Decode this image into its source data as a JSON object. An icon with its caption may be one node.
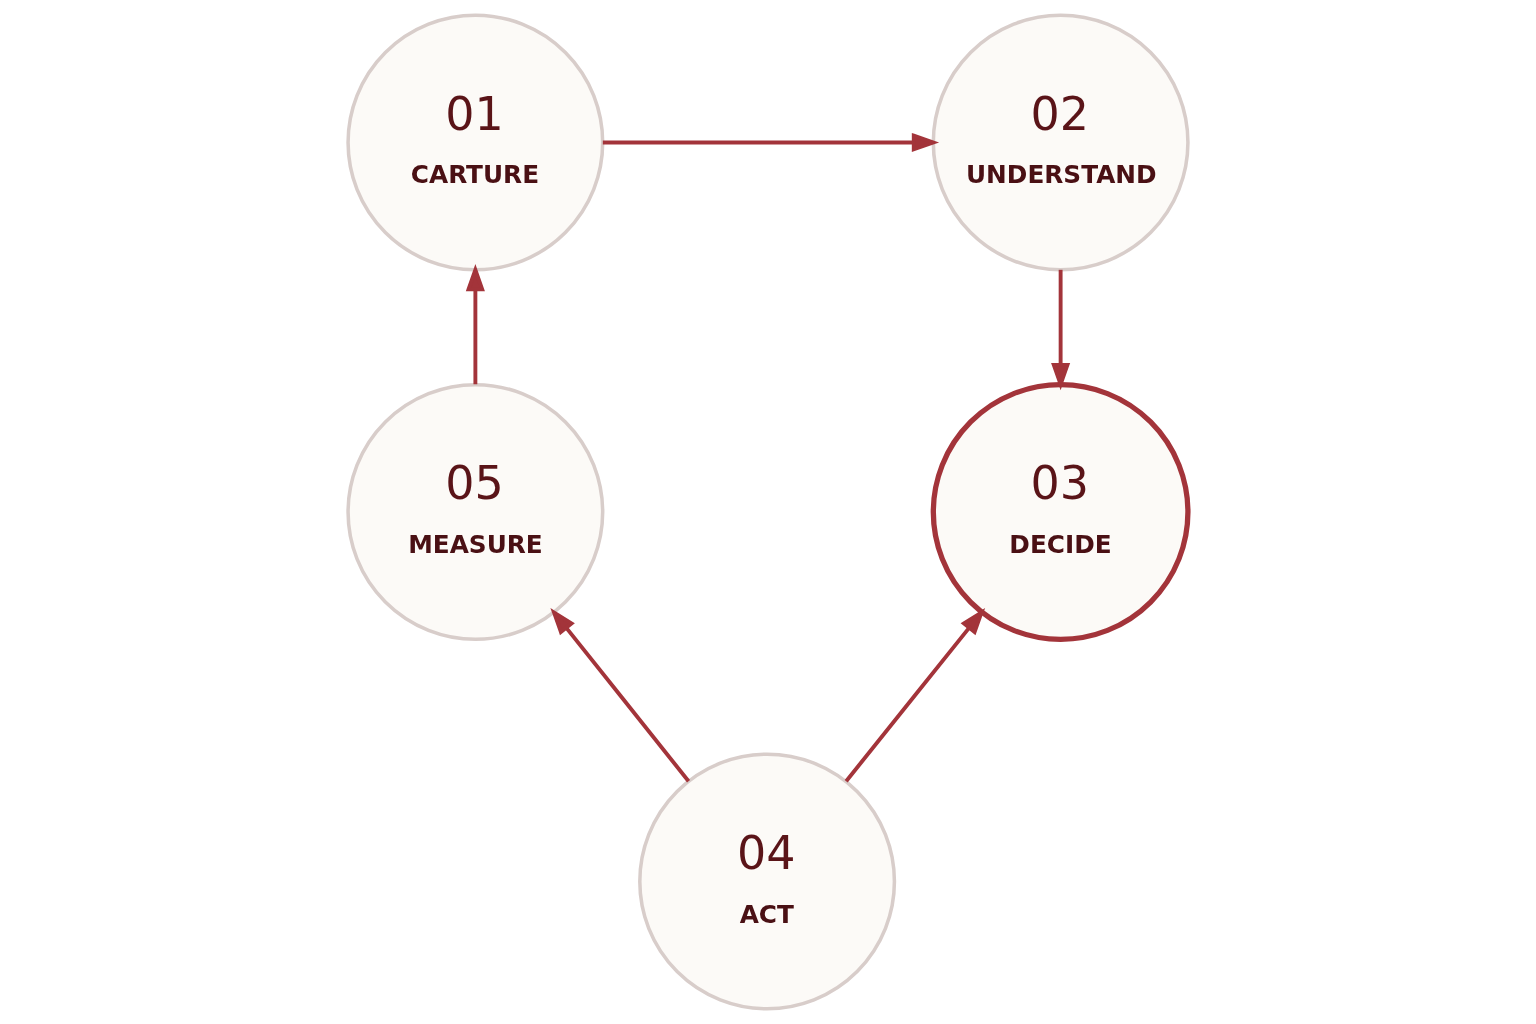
{
  "diagram": {
    "nodes": [
      {
        "text": [
          "01",
          "CARTURE"
        ]
      },
      {
        "text": [
          "02",
          "UNDERSTAND"
        ]
      },
      {
        "text": [
          "03",
          "DECIDE"
        ]
      },
      {
        "text": [
          "04",
          "ACT"
        ]
      },
      {
        "text": [
          "05",
          "MEASURE"
        ]
      }
    ],
    "edges": [
      {
        "from": 0,
        "to": 1,
        "arrow": "to"
      },
      {
        "from": 1,
        "to": 2,
        "arrow": "to"
      },
      {
        "from": 3,
        "to": 2,
        "arrow": "to"
      },
      {
        "from": 3,
        "to": 4,
        "arrow": "to"
      },
      {
        "from": 4,
        "to": 0,
        "arrow": "to"
      }
    ]
  }
}
